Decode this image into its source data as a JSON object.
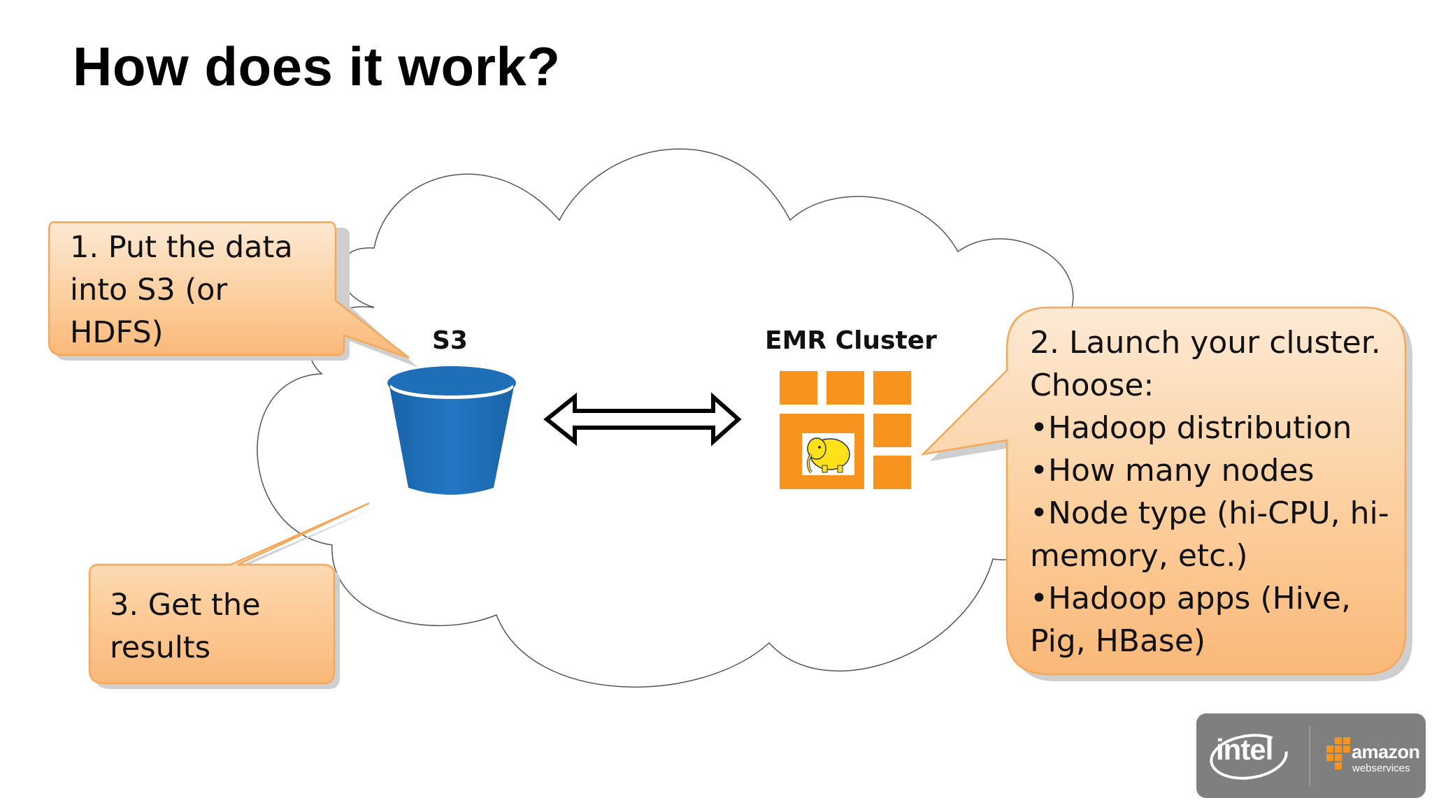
{
  "slide": {
    "title": "How does it work?"
  },
  "nodes": {
    "s3_label": "S3",
    "emr_label": "EMR Cluster"
  },
  "callouts": {
    "put_data": {
      "lines": [
        "1. Put the data",
        "into S3 (or",
        "HDFS)"
      ]
    },
    "get_results": {
      "lines": [
        "3. Get the",
        "results"
      ]
    },
    "launch_cluster": {
      "lines": [
        "2. Launch your cluster.",
        "Choose:",
        "•Hadoop distribution",
        "•How many nodes",
        "•Node type (hi-CPU, hi-",
        "memory, etc.)",
        "•Hadoop apps (Hive,",
        "Pig, HBase)"
      ]
    }
  },
  "logos": {
    "intel": "intel",
    "aws_name": "amazon",
    "aws_sub": "webservices"
  },
  "colors": {
    "callout_fill_light": "#fde3c8",
    "callout_fill_dark": "#fbbf80",
    "callout_border": "#f5a85a",
    "s3_bucket_blue": "#1f6fb8",
    "emr_orange": "#f7941d",
    "hadoop_yellow": "#ffe11a",
    "logo_badge": "#7f7f7f"
  }
}
